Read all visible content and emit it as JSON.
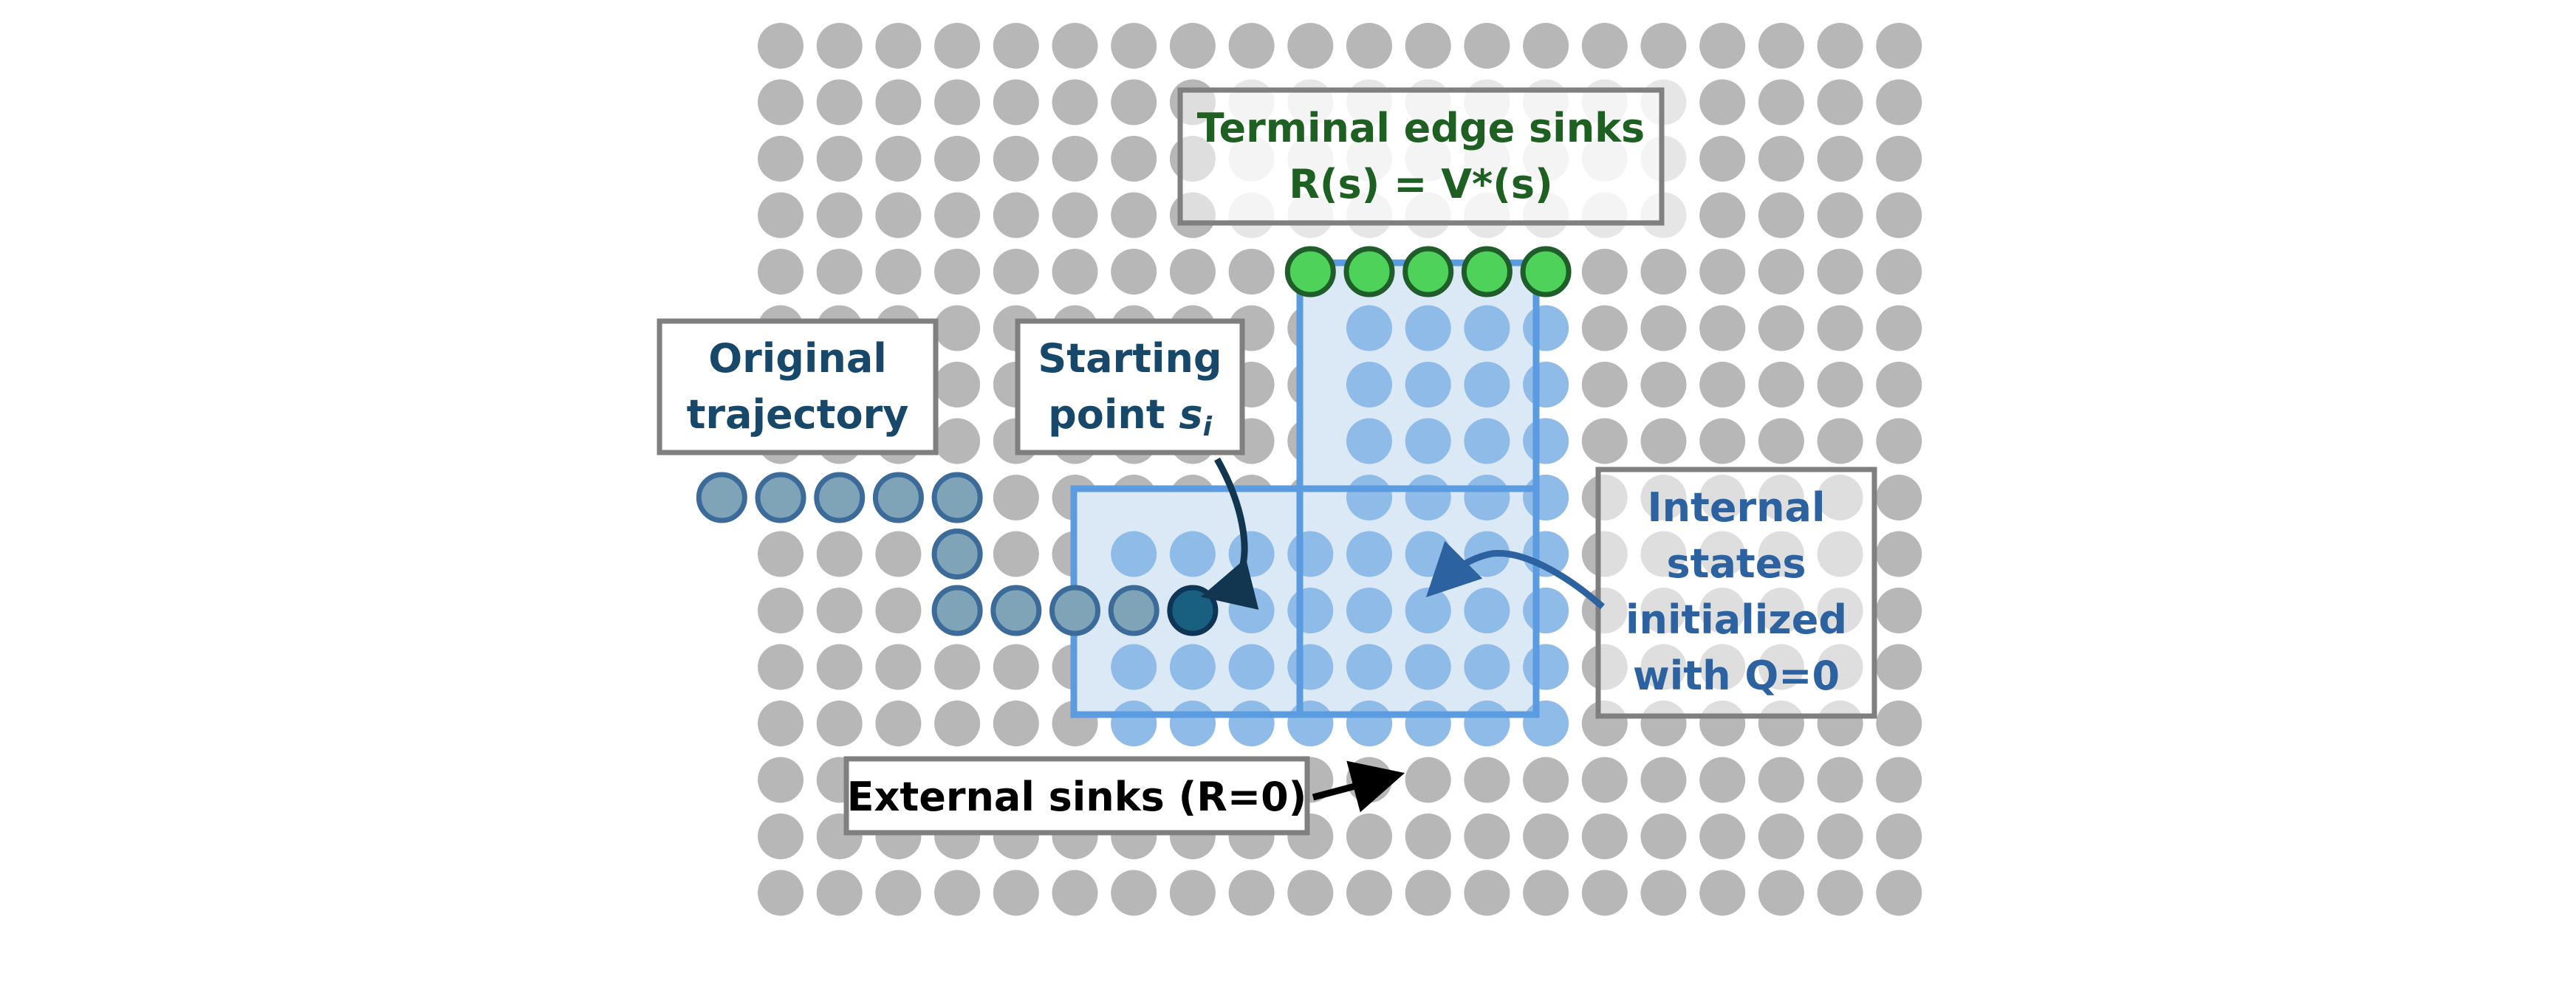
{
  "labels": {
    "terminal_line1": "Terminal edge sinks",
    "terminal_line2": "R(s) = V*(s)",
    "original_line1": "Original",
    "original_line2": "trajectory",
    "starting_line1": "Starting",
    "starting_line2": "point ",
    "starting_var": "s",
    "starting_sub": "i",
    "internal_line1": "Internal",
    "internal_line2": "states",
    "internal_line3": "initialized",
    "internal_line4": "with Q=0",
    "external": "External sinks (R=0)"
  },
  "grid": {
    "columns": 20,
    "rows": 16
  },
  "colors": {
    "grid_dot": "#b7b7b7",
    "grid_dot_faded": "#e6e6e6",
    "region_fill": "#dbe8f6",
    "region_stroke": "#5b9be0",
    "internal_dot": "#8fbbe8",
    "terminal_sink_fill": "#4fd25a",
    "terminal_sink_stroke": "#1f5e2a",
    "trajectory_fill": "#7fa4b8",
    "trajectory_stroke": "#3d6b99",
    "start_fill": "#185f80",
    "start_stroke": "#0e3556",
    "box_stroke": "#7f7f7f",
    "terminal_text": "#1e5f22",
    "original_text": "#17486a",
    "internal_text": "#2d62a0",
    "external_text": "#000000",
    "internal_arrow": "#2d62a0",
    "start_arrow": "#12364f",
    "external_arrow": "#000000"
  }
}
